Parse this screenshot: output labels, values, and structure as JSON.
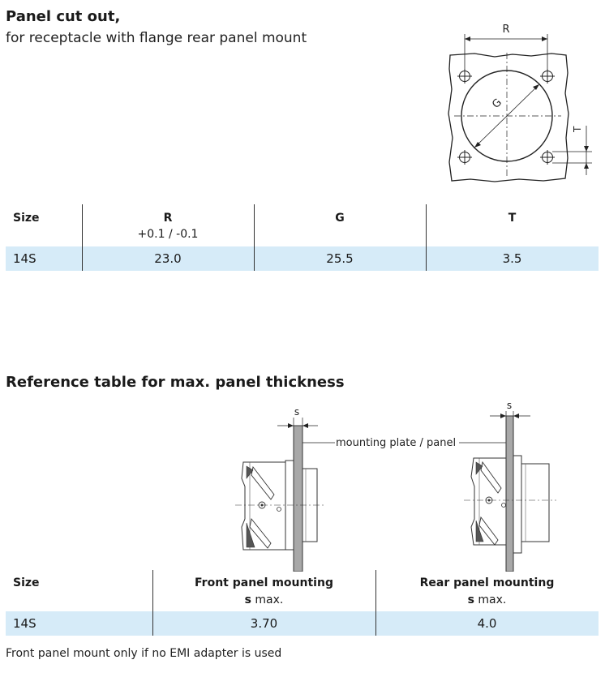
{
  "panel_cutout": {
    "title": "Panel cut out,",
    "subtitle": "for receptacle with flange rear panel mount",
    "diagram_labels": {
      "r": "R",
      "g": "G",
      "t": "T"
    },
    "table": {
      "headers": [
        "Size",
        "R",
        "G",
        "T"
      ],
      "subheaders": [
        "",
        "+0.1 / -0.1",
        "",
        ""
      ],
      "rows": [
        [
          "14S",
          "23.0",
          "25.5",
          "3.5"
        ]
      ]
    }
  },
  "thickness": {
    "title": "Reference table for max. panel thickness",
    "diagram_labels": {
      "s_left": "s",
      "s_right": "s",
      "plate": "mounting plate / panel"
    },
    "table": {
      "headers": [
        "Size",
        "Front panel mounting",
        "Rear panel mounting"
      ],
      "sub_bold": "s",
      "sub_text": "max.",
      "rows": [
        [
          "14S",
          "3.70",
          "4.0"
        ]
      ]
    }
  },
  "footnote": "Front panel mount only if no EMI adapter is used",
  "colors": {
    "row_highlight": "#d6ebf8",
    "text": "#1a1a1a",
    "line": "#333333"
  }
}
